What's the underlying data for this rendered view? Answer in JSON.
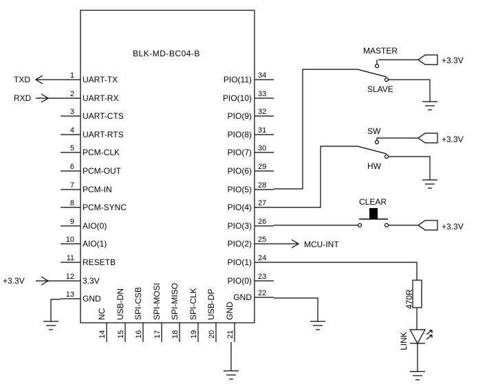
{
  "module": {
    "title": "BLK-MD-BC04-B",
    "left_pins": [
      {
        "num": "1",
        "label": "UART-TX"
      },
      {
        "num": "2",
        "label": "UART-RX"
      },
      {
        "num": "3",
        "label": "UART-CTS"
      },
      {
        "num": "4",
        "label": "UART-RTS"
      },
      {
        "num": "5",
        "label": "PCM-CLK"
      },
      {
        "num": "6",
        "label": "PCM-OUT"
      },
      {
        "num": "7",
        "label": "PCM-IN"
      },
      {
        "num": "8",
        "label": "PCM-SYNC"
      },
      {
        "num": "9",
        "label": "AIO(0)"
      },
      {
        "num": "10",
        "label": "AIO(1)"
      },
      {
        "num": "11",
        "label": "RESETB"
      },
      {
        "num": "12",
        "label": "3.3V"
      },
      {
        "num": "13",
        "label": "GND"
      }
    ],
    "right_pins": [
      {
        "num": "34",
        "label": "PIO(11)"
      },
      {
        "num": "33",
        "label": "PIO(10)"
      },
      {
        "num": "32",
        "label": "PIO(9)"
      },
      {
        "num": "31",
        "label": "PIO(8)"
      },
      {
        "num": "30",
        "label": "PIO(7)"
      },
      {
        "num": "29",
        "label": "PIO(6)"
      },
      {
        "num": "28",
        "label": "PIO(5)"
      },
      {
        "num": "27",
        "label": "PIO(4)"
      },
      {
        "num": "26",
        "label": "PIO(3)"
      },
      {
        "num": "25",
        "label": "PIO(2)"
      },
      {
        "num": "24",
        "label": "PIO(1)"
      },
      {
        "num": "23",
        "label": "PIO(0)"
      },
      {
        "num": "22",
        "label": "GND"
      }
    ],
    "bottom_pins": [
      {
        "num": "14",
        "label": "NC"
      },
      {
        "num": "15",
        "label": "USB-DN"
      },
      {
        "num": "16",
        "label": "SPI-CSB"
      },
      {
        "num": "17",
        "label": "SPI-MOSI"
      },
      {
        "num": "18",
        "label": "SPI-MISO"
      },
      {
        "num": "19",
        "label": "SPI-CLK"
      },
      {
        "num": "20",
        "label": "USB-DP"
      },
      {
        "num": "21",
        "label": "GND"
      }
    ]
  },
  "signals": {
    "txd": "TXD",
    "rxd": "RXD",
    "vin": "+3.3V",
    "mcu_int": "MCU-INT"
  },
  "switches": {
    "master": "MASTER",
    "slave": "SLAVE",
    "sw": "SW",
    "hw": "HW",
    "clear": "CLEAR",
    "supply": "+3.3V"
  },
  "led_circuit": {
    "resistor": "470R",
    "led": "LINK"
  }
}
